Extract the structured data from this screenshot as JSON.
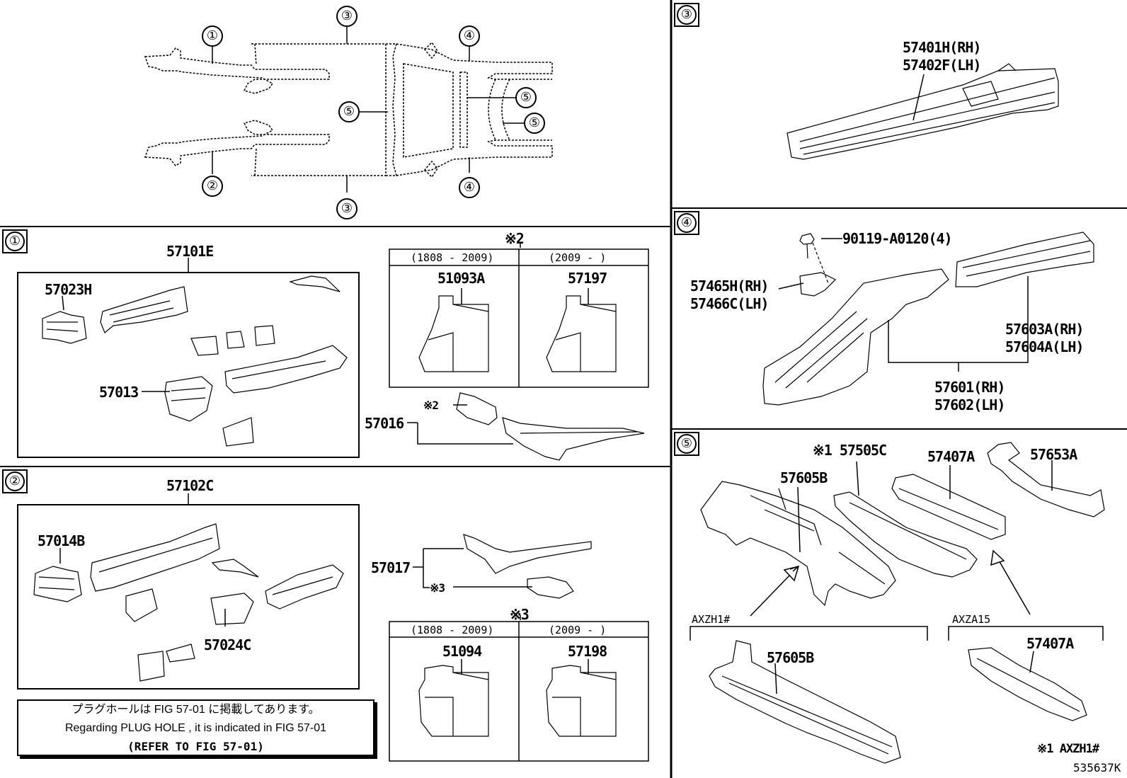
{
  "overview": {
    "callouts": [
      "①",
      "②",
      "③",
      "③",
      "④",
      "④",
      "⑤",
      "⑤",
      "⑤"
    ]
  },
  "section1": {
    "label": "①",
    "assembly": "57101E",
    "parts": [
      "57023H",
      "57013"
    ],
    "variant_mark": "※2",
    "variant_table": {
      "col1_range": "(1808 - 2009)",
      "col2_range": "(2009 -    )",
      "col1_part": "51093A",
      "col2_part": "57197"
    },
    "part_57016": "57016",
    "part_57016_mark": "※2"
  },
  "section2": {
    "label": "②",
    "assembly": "57102C",
    "parts": [
      "57014B",
      "57024C"
    ],
    "part_57017": "57017",
    "part_57017_mark": "※3",
    "variant_mark": "※3",
    "variant_table": {
      "col1_range": "(1808 - 2009)",
      "col2_range": "(2009 -    )",
      "col1_part": "51094",
      "col2_part": "57198"
    }
  },
  "note": {
    "line1": "プラグホールは FIG 57-01 に掲載してあります。",
    "line2": "Regarding  PLUG  HOLE , it is indicated in  FIG  57-01",
    "line3": "(REFER TO FIG 57-01)"
  },
  "section3": {
    "label": "③",
    "part_rh": "57401H(RH)",
    "part_lh": "57402F(LH)"
  },
  "section4": {
    "label": "④",
    "bolt": "90119-A0120(4)",
    "bracket_rh": "57465H(RH)",
    "bracket_lh": "57466C(LH)",
    "rail_rh": "57603A(RH)",
    "rail_lh": "57604A(LH)",
    "member_rh": "57601(RH)",
    "member_lh": "57602(LH)"
  },
  "section5": {
    "label": "⑤",
    "p1": "57605B",
    "p2": "※1 57505C",
    "p3": "57407A",
    "p4": "57653A",
    "variant1": "AXZH1#",
    "variant2": "AXZA15",
    "p5": "57605B",
    "p6": "57407A",
    "footnote": "※1 AXZH1#"
  },
  "figure_id": "535637K"
}
